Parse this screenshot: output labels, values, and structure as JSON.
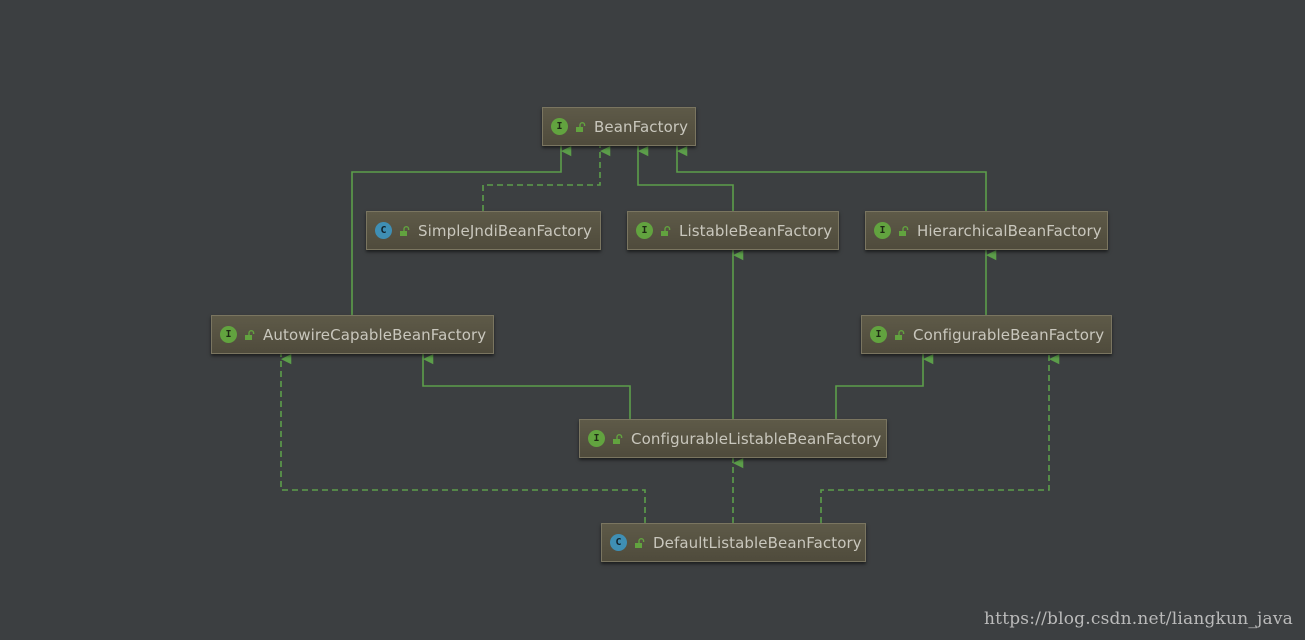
{
  "nodes": {
    "bean_factory": {
      "name": "BeanFactory",
      "kind": "I"
    },
    "simple_jndi_bean_factory": {
      "name": "SimpleJndiBeanFactory",
      "kind": "C"
    },
    "listable_bean_factory": {
      "name": "ListableBeanFactory",
      "kind": "I"
    },
    "hierarchical_bean_factory": {
      "name": "HierarchicalBeanFactory",
      "kind": "I"
    },
    "autowire_capable_bean_factory": {
      "name": "AutowireCapableBeanFactory",
      "kind": "I"
    },
    "configurable_bean_factory": {
      "name": "ConfigurableBeanFactory",
      "kind": "I"
    },
    "configurable_listable_bean_factory": {
      "name": "ConfigurableListableBeanFactory",
      "kind": "I"
    },
    "default_listable_bean_factory": {
      "name": "DefaultListableBeanFactory",
      "kind": "C"
    }
  },
  "edges": [
    {
      "from": "simple_jndi_bean_factory",
      "to": "bean_factory",
      "type": "implements"
    },
    {
      "from": "listable_bean_factory",
      "to": "bean_factory",
      "type": "extends"
    },
    {
      "from": "hierarchical_bean_factory",
      "to": "bean_factory",
      "type": "extends"
    },
    {
      "from": "autowire_capable_bean_factory",
      "to": "bean_factory",
      "type": "extends"
    },
    {
      "from": "configurable_bean_factory",
      "to": "hierarchical_bean_factory",
      "type": "extends"
    },
    {
      "from": "configurable_listable_bean_factory",
      "to": "listable_bean_factory",
      "type": "extends"
    },
    {
      "from": "configurable_listable_bean_factory",
      "to": "autowire_capable_bean_factory",
      "type": "extends"
    },
    {
      "from": "configurable_listable_bean_factory",
      "to": "configurable_bean_factory",
      "type": "extends"
    },
    {
      "from": "default_listable_bean_factory",
      "to": "configurable_listable_bean_factory",
      "type": "implements"
    },
    {
      "from": "default_listable_bean_factory",
      "to": "autowire_capable_bean_factory",
      "type": "implements"
    },
    {
      "from": "default_listable_bean_factory",
      "to": "configurable_bean_factory",
      "type": "implements"
    }
  ],
  "colors": {
    "background": "#3c3f41",
    "edge": "#5c9e4a",
    "interface_badge": "#62a33f",
    "class_badge": "#3f8fb4"
  },
  "icons": {
    "interface_badge": "interface-icon",
    "class_badge": "class-icon",
    "visibility": "unlocked-icon"
  },
  "watermark": "https://blog.csdn.net/liangkun_java"
}
